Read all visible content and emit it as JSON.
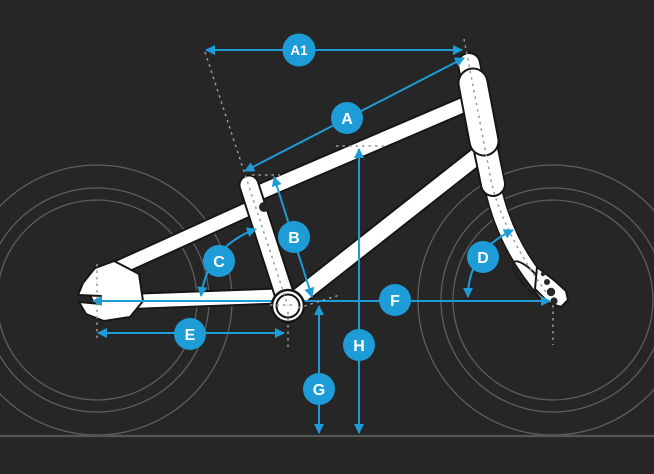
{
  "diagram": {
    "type": "bicycle-geometry-diagram",
    "labels": {
      "a1": "A1",
      "a": "A",
      "b": "B",
      "c": "C",
      "d": "D",
      "e": "E",
      "f": "F",
      "g": "G",
      "h": "H"
    },
    "colors": {
      "accent_blue": "#1D9CD8",
      "background": "#262626",
      "frame_white": "#FFFFFF",
      "wheel_line_gray": "#5E5E5E",
      "ground_line_gray": "#565656",
      "dash_gray": "#9A9A9A",
      "label_text": "#FFFFFF"
    }
  }
}
